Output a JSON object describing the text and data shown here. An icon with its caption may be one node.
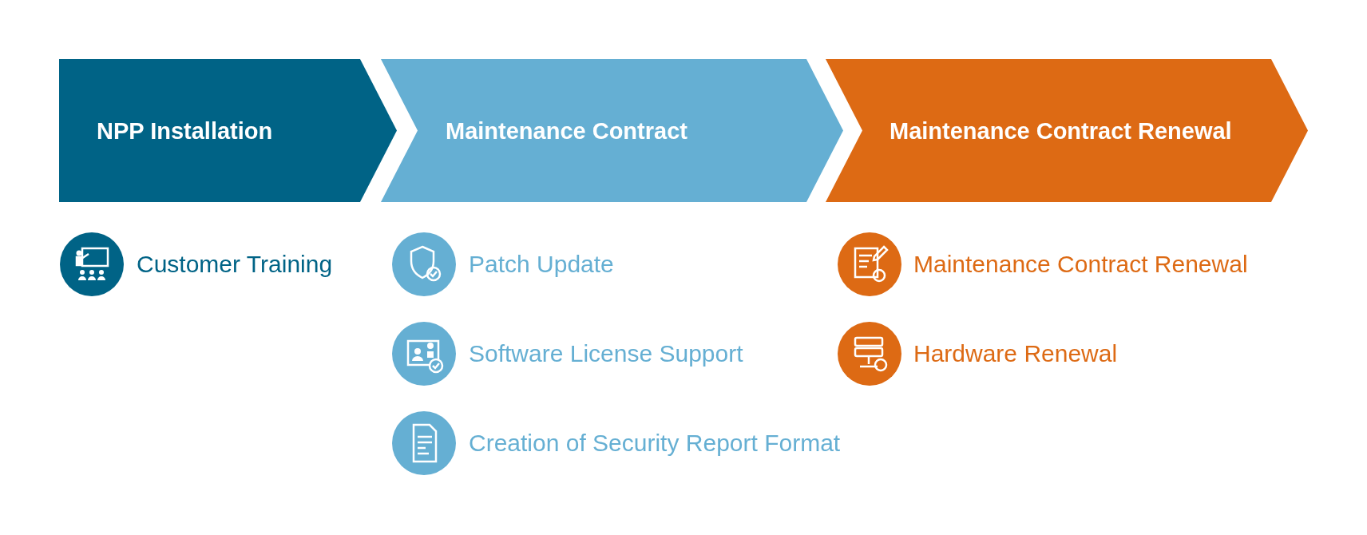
{
  "diagram": {
    "nodes": [
      {
        "text": [
          "NPP Installation"
        ]
      },
      {
        "text": [
          "Maintenance Contract"
        ]
      },
      {
        "text": [
          "Maintenance Contract Renewal"
        ]
      }
    ],
    "edges": [],
    "labels": [
      "Customer Training",
      "Patch Update",
      "Software License Support",
      "Creation of Security Report Format",
      "Maintenance Contract Renewal",
      "Hardware Renewal"
    ]
  }
}
